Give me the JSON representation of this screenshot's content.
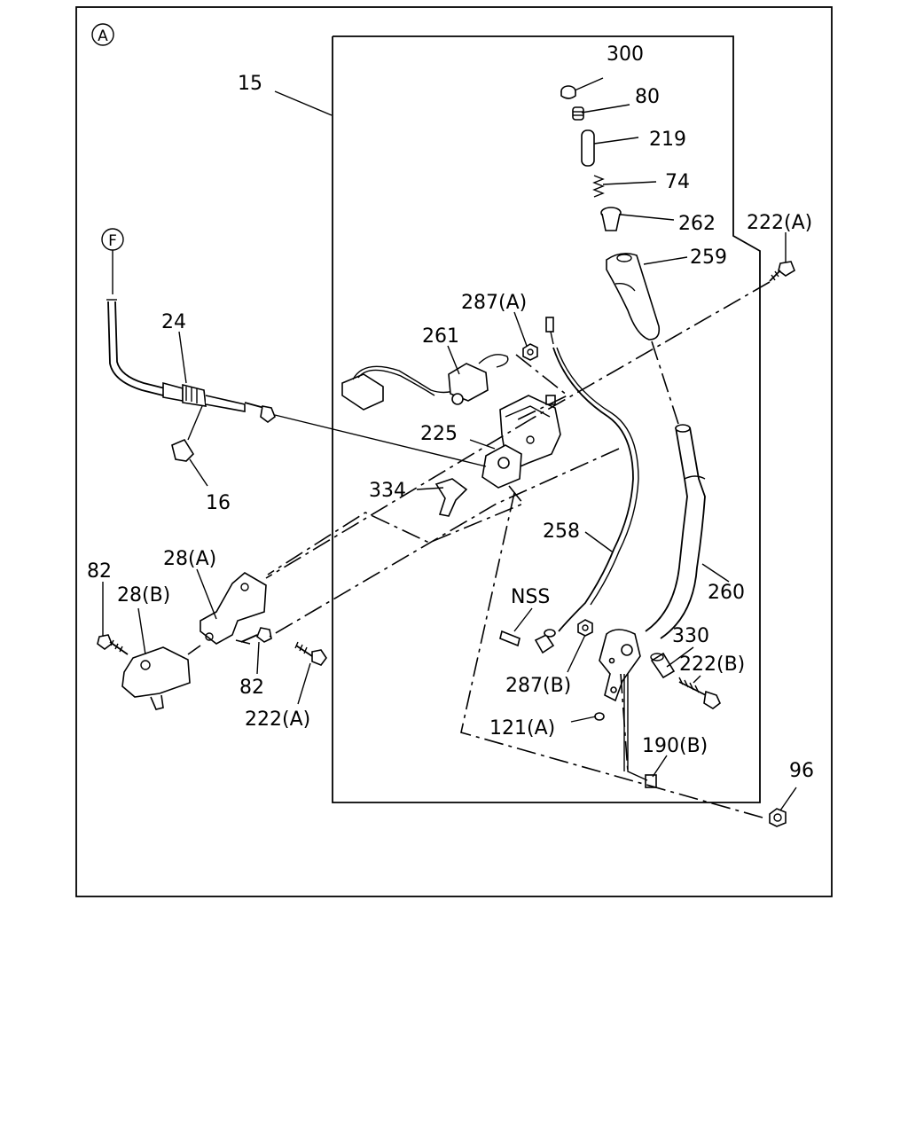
{
  "view_marker": "A",
  "callout_marker": "F",
  "labels": {
    "p15": "15",
    "p300": "300",
    "p80": "80",
    "p219": "219",
    "p74": "74",
    "p262": "262",
    "p222a_top": "222(A)",
    "p259": "259",
    "p287a": "287(A)",
    "p24": "24",
    "p261": "261",
    "p225": "225",
    "p334": "334",
    "p16": "16",
    "p258": "258",
    "p28a": "28(A)",
    "p82_top": "82",
    "p28b": "28(B)",
    "p260": "260",
    "pNSS": "NSS",
    "p330": "330",
    "p222b": "222(B)",
    "p287b": "287(B)",
    "p82_bottom": "82",
    "p222a_bottom": "222(A)",
    "p121a": "121(A)",
    "p190b": "190(B)",
    "p96": "96"
  }
}
